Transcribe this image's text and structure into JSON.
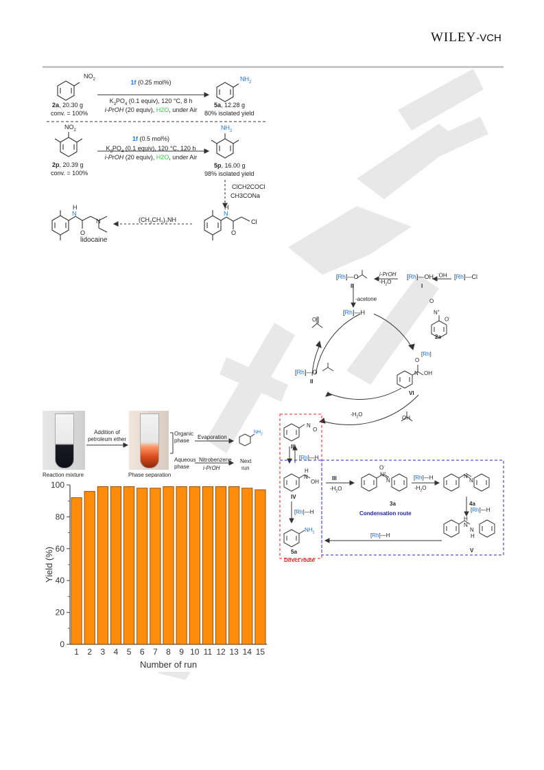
{
  "header": {
    "publisher": "WILEY",
    "publisher_suffix": "-VCH"
  },
  "watermark": {
    "text": "ACCEPTED MANUSCRIPT"
  },
  "scheme1": {
    "row1": {
      "substrate_id": "2a",
      "substrate_mass": ", 20.30 g",
      "substrate_conv": "conv. = 100%",
      "catalyst": "1f",
      "catalyst_load": " (0.25 mol%)",
      "cond1": "K3PO4 (0.1 equiv), 120 °C, 8 h",
      "cond2_a": "i-PrOH",
      "cond2_b": " (20 equiv), ",
      "cond2_water": "H2O",
      "cond2_c": ", under Air",
      "product_id": "5a",
      "product_mass": ", 12.28 g",
      "product_yield": "80% isolated yield",
      "sub_group": "NO2",
      "prod_group": "NH2"
    },
    "row2": {
      "substrate_id": "2p",
      "substrate_mass": ", 20.39 g",
      "substrate_conv": "conv. = 100%",
      "catalyst": "1f",
      "catalyst_load": " (0.5 mol%)",
      "cond1": "K3PO4 (0.1 equiv), 120 °C, 120 h",
      "cond2_a": "i-PrOH",
      "cond2_b": " (20 equiv), ",
      "cond2_water": "H2O",
      "cond2_c": ", under Air",
      "product_id": "5p",
      "product_mass": ", 16.00 g",
      "product_yield": "98% isolated yield",
      "sub_group": "NO2",
      "prod_group": "NH2"
    },
    "step3": {
      "reagent1": "ClCH2COCl",
      "reagent2": "CH3CONa"
    },
    "step4": {
      "reagent": "(CH3CH2)2NH",
      "amide_cl": "Cl",
      "amide_o": "O",
      "amide_h": "H",
      "amide_n": "N"
    },
    "lidocaine": {
      "label": "lidocaine",
      "n1": "N",
      "h": "H",
      "o": "O",
      "n2": "N"
    }
  },
  "mechanism": {
    "rh": "Rh",
    "cl": "Cl",
    "oh": "OH",
    "oh_minus": "-OH",
    "o": "O",
    "h": "H",
    "ipr_oh": "i-PrOH",
    "minus_h2o": "-H2O",
    "minus_acetone": "-acetone",
    "label_I": "I",
    "label_II": "II",
    "label_III": "III",
    "label_IV": "IV",
    "label_V": "V",
    "label_VI": "VI",
    "label_2a": "2a",
    "label_3a": "3a",
    "label_4a": "4a",
    "label_5a": "5a",
    "condensation_route": "Condensation route",
    "direct_route": "Direct route",
    "nh2": "NH2",
    "n": "N",
    "n_plus": "N+",
    "o_minus": "O-"
  },
  "recycle": {
    "reaction_mixture": "Reaction mixture",
    "addition": "Addition of",
    "petroleum": "petroleum ether",
    "phase_separation": "Phase separation",
    "organic": "Organic",
    "phase": "phase",
    "aqueous": "Aqueous",
    "evaporation": "Evaporation",
    "nitrobenzene": "Nitrobenzene",
    "ipr_oh": "i-PrOH",
    "next": "Next",
    "run": "run",
    "nh2": "NH2"
  },
  "chart_data": {
    "type": "bar",
    "categories": [
      "1",
      "2",
      "3",
      "4",
      "5",
      "6",
      "7",
      "8",
      "9",
      "10",
      "11",
      "12",
      "13",
      "14",
      "15"
    ],
    "values": [
      92,
      96,
      99,
      99,
      99,
      98,
      98,
      99,
      99,
      99,
      99,
      99,
      99,
      98,
      97
    ],
    "xlabel": "Number of run",
    "ylabel": "Yield (%)",
    "ylim": [
      0,
      100
    ],
    "yticks": [
      "0",
      "20",
      "40",
      "60",
      "80",
      "100"
    ],
    "bar_color": "#ff8c0a",
    "grid": false
  }
}
